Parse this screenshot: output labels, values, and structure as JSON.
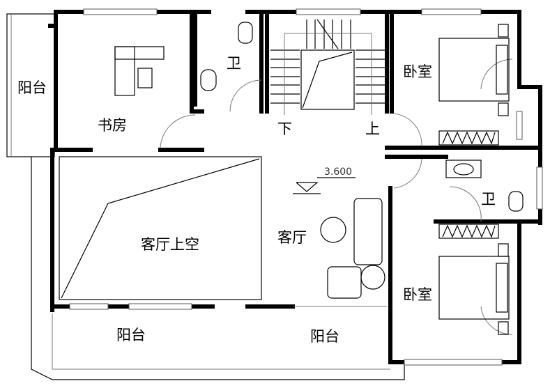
{
  "rooms": {
    "balcony_left": "阳台",
    "study": "书房",
    "bath_top": "卫",
    "bedroom_top": "卧室",
    "stair_down": "下",
    "stair_up": "上",
    "level": "3.600",
    "void": "客厅上空",
    "living": "客厅",
    "bath_right": "卫",
    "bedroom_bottom": "卧室",
    "balcony_bottom_left": "阳台",
    "balcony_bottom_right": "阳台"
  }
}
